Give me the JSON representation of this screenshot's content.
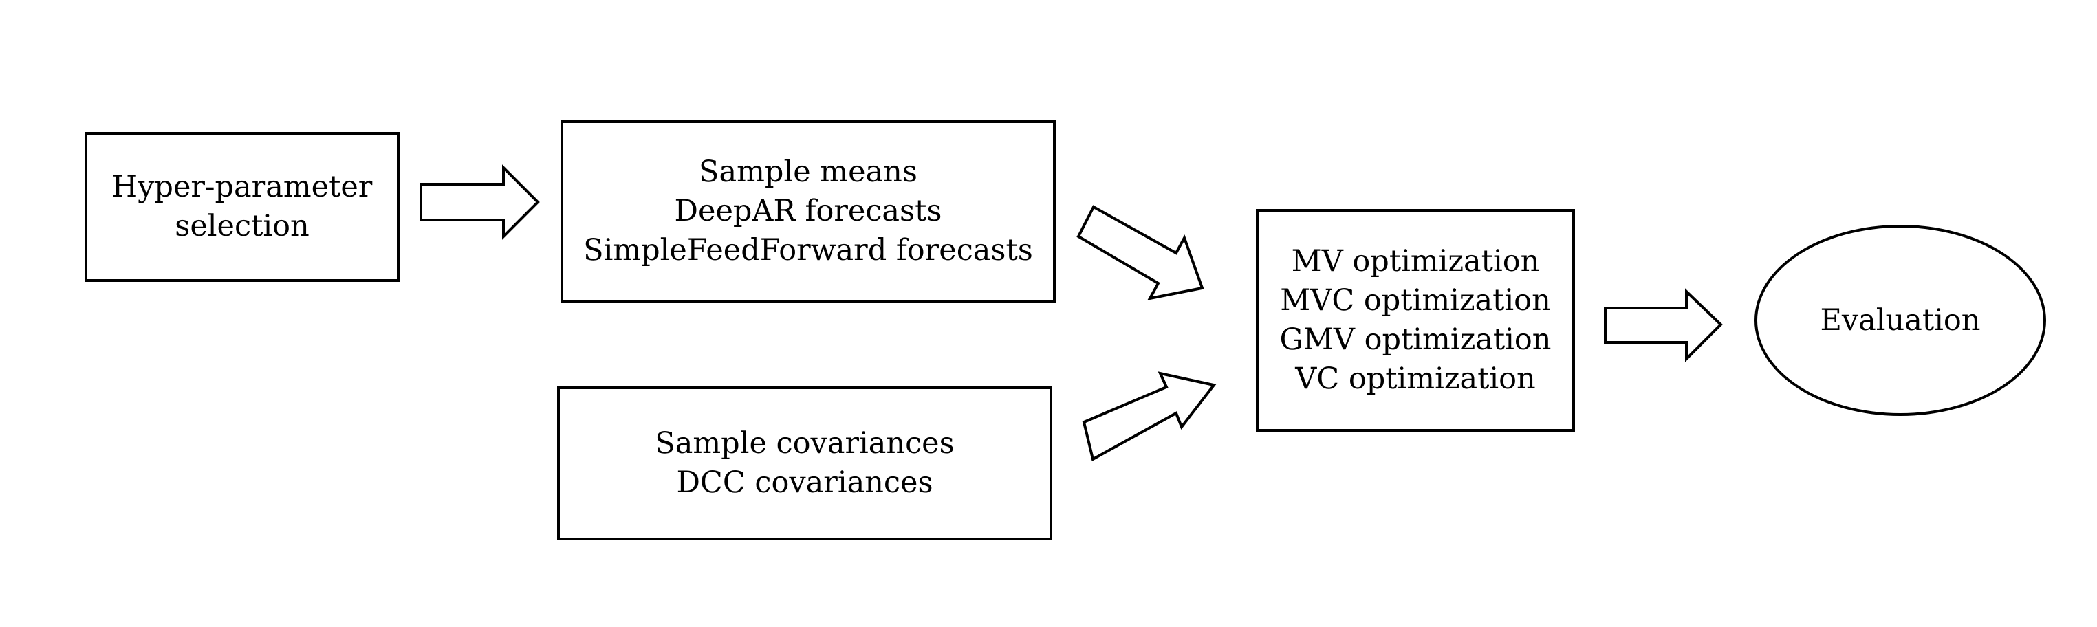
{
  "nodes": {
    "hyperparameter": {
      "lines": [
        "Hyper-parameter",
        "selection"
      ]
    },
    "forecasts": {
      "lines": [
        "Sample means",
        "DeepAR forecasts",
        "SimpleFeedForward forecasts"
      ]
    },
    "covariances": {
      "lines": [
        "Sample covariances",
        "DCC covariances"
      ]
    },
    "optimization": {
      "lines": [
        "MV optimization",
        "MVC optimization",
        "GMV optimization",
        "VC optimization"
      ]
    },
    "evaluation": {
      "lines": [
        "Evaluation"
      ]
    }
  },
  "edges": [
    {
      "from": "hyperparameter",
      "to": "forecasts"
    },
    {
      "from": "forecasts",
      "to": "optimization"
    },
    {
      "from": "covariances",
      "to": "optimization"
    },
    {
      "from": "optimization",
      "to": "evaluation"
    }
  ],
  "colors": {
    "stroke": "#000000",
    "fill": "#ffffff",
    "text": "#000000"
  }
}
